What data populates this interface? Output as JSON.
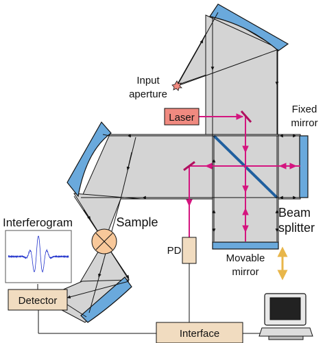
{
  "labels": {
    "input_aperture": [
      "Input",
      "aperture"
    ],
    "laser": "Laser",
    "fixed_mirror": [
      "Fixed",
      "mirror"
    ],
    "sample": "Sample",
    "interferogram": "Interferogram",
    "detector": "Detector",
    "pd": "PD",
    "beam_splitter": [
      "Beam",
      "splitter"
    ],
    "movable_mirror": [
      "Movable",
      "mirror"
    ],
    "interface": "Interface"
  },
  "colors": {
    "beam_fill": "#d4d4d4",
    "mirror_fill": "#6aa9dc",
    "laser_beam": "#d4157f",
    "laser_box": "#f08a80",
    "component_box": "#f1dcc0",
    "sample_fill": "#f8c89a",
    "double_arrow": "#e8b64a",
    "interferogram_trace": "#2233cc",
    "line": "#111111"
  },
  "icons": {
    "computer": "computer-icon",
    "aperture": "aperture-star-icon"
  }
}
